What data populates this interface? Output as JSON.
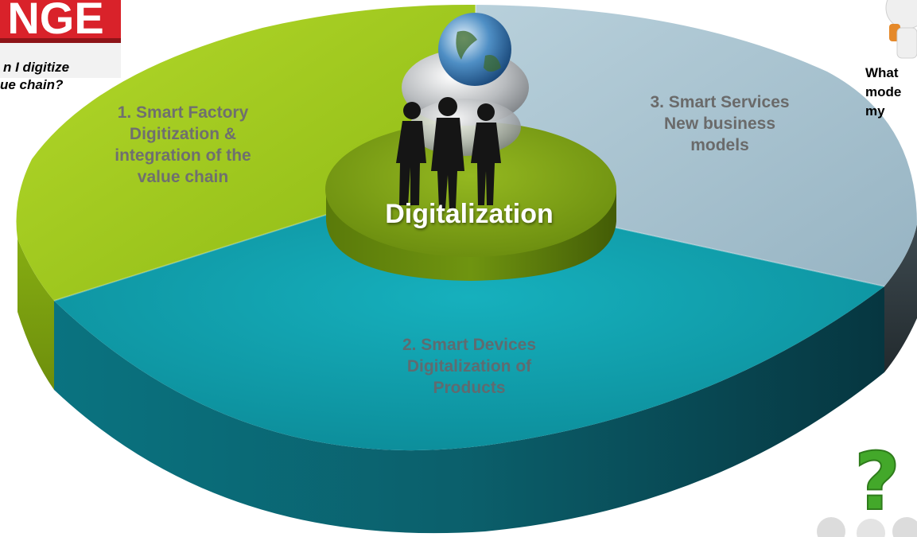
{
  "center": {
    "title": "Digitalization"
  },
  "segments": [
    {
      "label": "1. Smart Factory\nDigitization &\nintegration of the\nvalue chain",
      "color": "#9bc31c"
    },
    {
      "label": "2. Smart Devices\nDigitalization of\nProducts",
      "color": "#0d93a0"
    },
    {
      "label": "3. Smart Services\nNew business\nmodels",
      "color": "#a9c4d1"
    }
  ],
  "callouts": {
    "left_line1": "n I digitize",
    "left_line2": "ue chain?",
    "right": "What\nmode\nmy"
  },
  "banner": {
    "text": "NGE"
  },
  "icons": [
    "globe-icon",
    "businesspeople-silhouette-icon",
    "question-mark-icon",
    "figure-icon"
  ],
  "colors": {
    "green": "#9bc31c",
    "teal": "#0d93a0",
    "blue_grey": "#a9c4d1",
    "label_text": "#6b6b6b",
    "question_green": "#43a82a",
    "banner_red": "#d9222a"
  }
}
